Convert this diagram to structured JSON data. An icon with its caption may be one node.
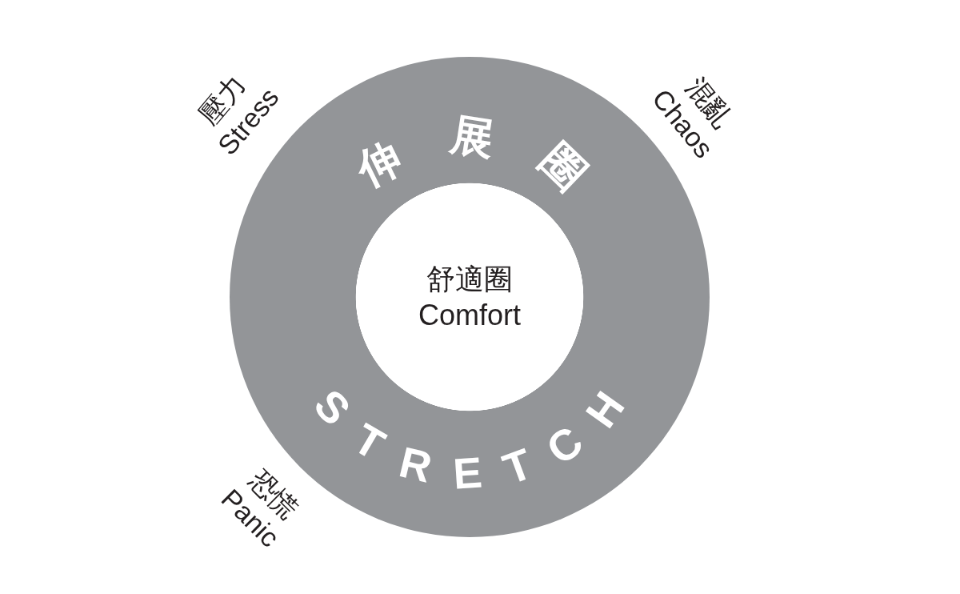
{
  "diagram": {
    "nodes": [
      {
        "text": [
          "伸展圈",
          "STRETCH"
        ]
      },
      {
        "text": [
          "舒適圈 Comfort"
        ],
        "in": 0
      }
    ],
    "labels": [
      "壓力 Stress",
      "混亂 Chaos",
      "恐慌 Panic"
    ]
  }
}
